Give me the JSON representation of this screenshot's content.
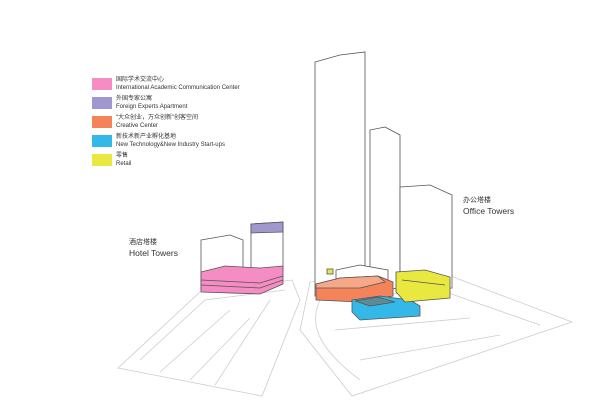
{
  "legend": [
    {
      "cn": "国际学术交流中心",
      "en": "International Academic Communication Center",
      "color": "#f58cc3"
    },
    {
      "cn": "外国专家公寓",
      "en": "Foreign Experts Apartment",
      "color": "#a197cf"
    },
    {
      "cn": "“大众创业，万众创新”创客空间",
      "en": "Creative Center",
      "color": "#f5835a"
    },
    {
      "cn": "新技术新产业孵化基地",
      "en": "New Technology&New Industry Start-ups",
      "color": "#34b8e8"
    },
    {
      "cn": "零售",
      "en": "Retail",
      "color": "#e8e840"
    }
  ],
  "labels": {
    "hotel": {
      "cn": "酒店塔楼",
      "en": "Hotel Towers"
    },
    "office": {
      "cn": "办公塔楼",
      "en": "Office Towers"
    }
  }
}
